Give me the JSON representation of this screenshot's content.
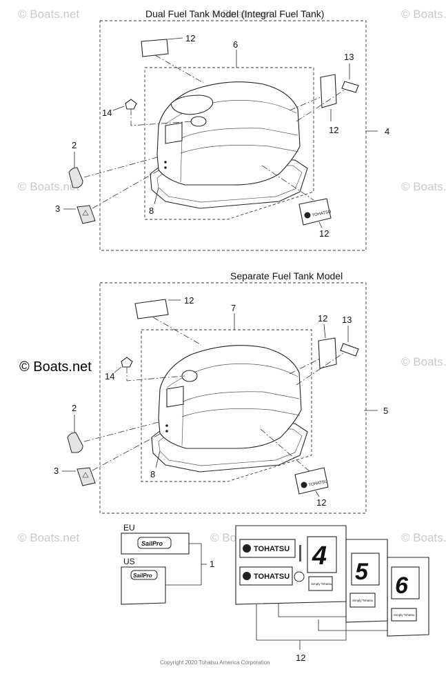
{
  "titles": {
    "top": "Dual Fuel Tank Model  (Integral Fuel Tank)",
    "mid": "Separate Fuel Tank Model"
  },
  "watermark": "© Boats.net",
  "watermark_main": "© Boats.net",
  "copyright": "Copyright 2020 Tohatsu America Corporation",
  "callouts": {
    "top": {
      "c12a": "12",
      "c6": "6",
      "c13": "13",
      "c14": "14",
      "c12b": "12",
      "c4": "4",
      "c2": "2",
      "c3": "3",
      "c8": "8",
      "c12c": "12"
    },
    "mid": {
      "c12a": "12",
      "c7": "7",
      "c12b": "12",
      "c13": "13",
      "c14": "14",
      "c2": "2",
      "c5": "5",
      "c3": "3",
      "c8": "8",
      "c12c": "12"
    },
    "bottom": {
      "c1": "1",
      "c12": "12"
    }
  },
  "decals": {
    "eu_label": "EU",
    "us_label": "US",
    "sailpro": "SailPro",
    "tohatsu": "TOHATSU",
    "small_badge": "TOHATSU",
    "hp_values": [
      "4",
      "5",
      "6"
    ],
    "tagline": "Simply Tohatsu"
  },
  "colors": {
    "line": "#222222",
    "watermark": "#c9c9c9",
    "panel_fill": "#ffffff"
  }
}
